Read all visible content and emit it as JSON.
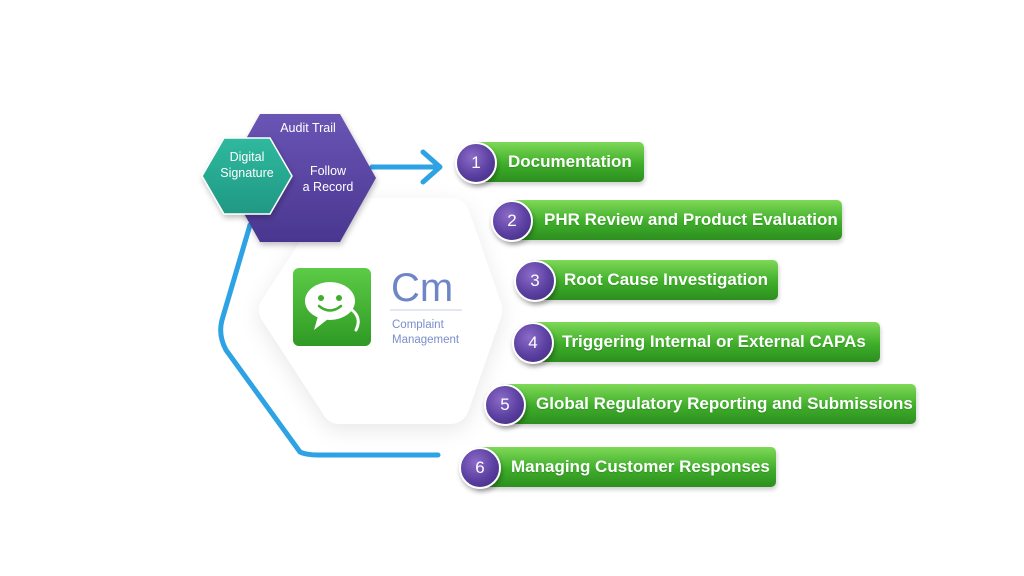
{
  "hexagons": {
    "purple": {
      "line1": "Audit Trail",
      "line2": "Follow",
      "line3": "a Record"
    },
    "teal": {
      "line1": "Digital",
      "line2": "Signature"
    }
  },
  "logo": {
    "abbr": "Cm",
    "subtitle_line1": "Complaint",
    "subtitle_line2": "Management"
  },
  "steps": [
    {
      "number": "1",
      "label": "Documentation"
    },
    {
      "number": "2",
      "label": "PHR Review and Product Evaluation"
    },
    {
      "number": "3",
      "label": "Root Cause Investigation"
    },
    {
      "number": "4",
      "label": "Triggering Internal or External  CAPAs"
    },
    {
      "number": "5",
      "label": "Global Regulatory Reporting and Submissions"
    },
    {
      "number": "6",
      "label": "Managing Customer Responses"
    }
  ],
  "colors": {
    "purple": "#5b45a3",
    "teal": "#2bb59a",
    "green": "#3fae2a",
    "blue_line": "#2ea3e3"
  },
  "icons": {
    "arrow": "arrow-right-icon",
    "logo": "chat-bubble-icon"
  }
}
